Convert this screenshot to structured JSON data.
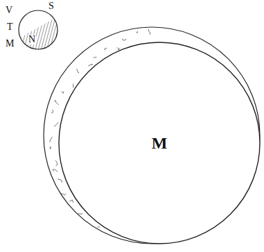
{
  "diagram": {
    "nodes": [
      {
        "text": [
          "M"
        ]
      },
      {
        "text": [
          "N"
        ]
      }
    ],
    "labels": [
      "V",
      "T",
      "M",
      "S"
    ]
  }
}
